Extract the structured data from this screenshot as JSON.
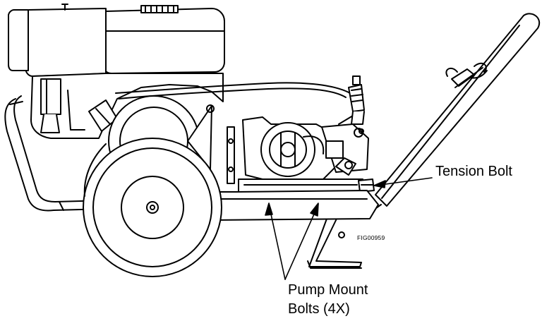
{
  "figure": {
    "figure_id": "FIG00959",
    "callouts": {
      "tension_bolt": "Tension Bolt",
      "pump_mount_bolts_line1": "Pump Mount",
      "pump_mount_bolts_line2": "Bolts (4X)"
    }
  }
}
